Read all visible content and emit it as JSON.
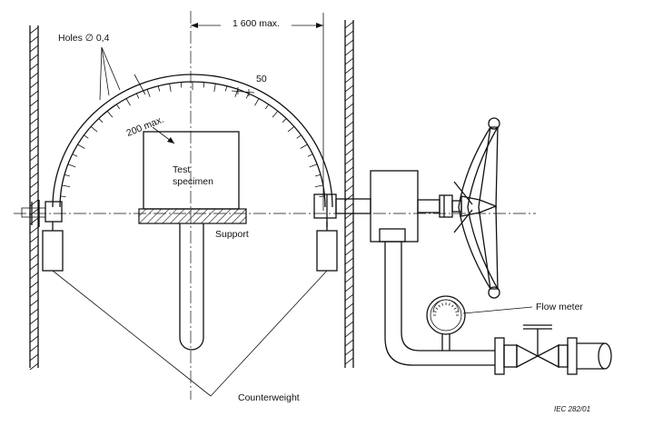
{
  "labels": {
    "dimension_width": "1 600 max.",
    "holes": "Holes ∅ 0,4",
    "radius": "200 max.",
    "spacing": "50",
    "test_specimen_line1": "Test",
    "test_specimen_line2": "specimen",
    "support": "Support",
    "flow_meter": "Flow meter",
    "counterweight": "Counterweight",
    "figure_ref": "IEC   282/01"
  },
  "colors": {
    "ink": "#111111",
    "hatch": "#333333",
    "background": "#ffffff"
  },
  "icons": {
    "gauge": "pressure-gauge-icon",
    "valve": "valve-icon",
    "handwheel": "handwheel-icon"
  }
}
